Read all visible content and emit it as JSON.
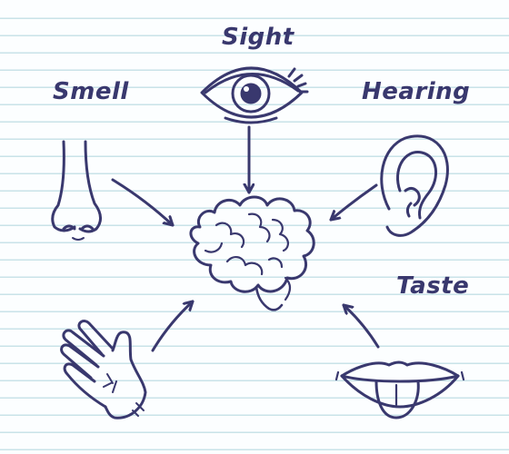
{
  "senses": {
    "sight": "Sight",
    "smell": "Smell",
    "hearing": "Hearing",
    "taste": "Taste"
  },
  "colors": {
    "ink": "#39386e",
    "ruled_line": "#c9e3e8",
    "paper": "#fcfeff"
  },
  "icons": [
    "eye-icon",
    "nose-icon",
    "ear-icon",
    "brain-icon",
    "hand-icon",
    "mouth-icon"
  ]
}
